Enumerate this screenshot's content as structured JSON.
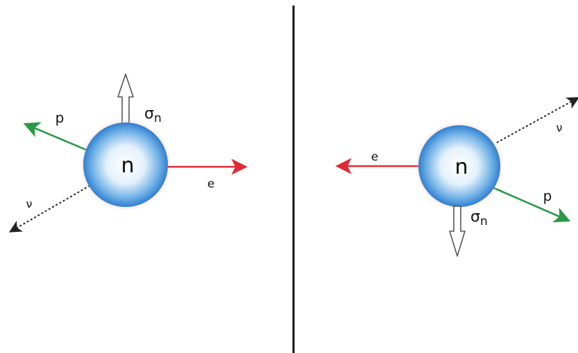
{
  "left_panel": {
    "nucleus_label": "n",
    "proton_label": "p",
    "electron_label": "e",
    "neutrino_label": "ν",
    "spin_label": "σ",
    "spin_subscript": "n"
  },
  "right_panel": {
    "nucleus_label": "n",
    "proton_label": "p",
    "electron_label": "e",
    "neutrino_label": "ν",
    "spin_label": "σ",
    "spin_subscript": "n"
  },
  "colors": {
    "proton": "#2a9a45",
    "electron": "#e02a35",
    "neutrino": "#222222",
    "divider": "#111111",
    "nucleus_edge": "#2f7fd0",
    "nucleus_center": "#ffffff"
  },
  "icons": {
    "spin_arrow": "hollow-arrow",
    "nucleus": "glowing-sphere"
  }
}
